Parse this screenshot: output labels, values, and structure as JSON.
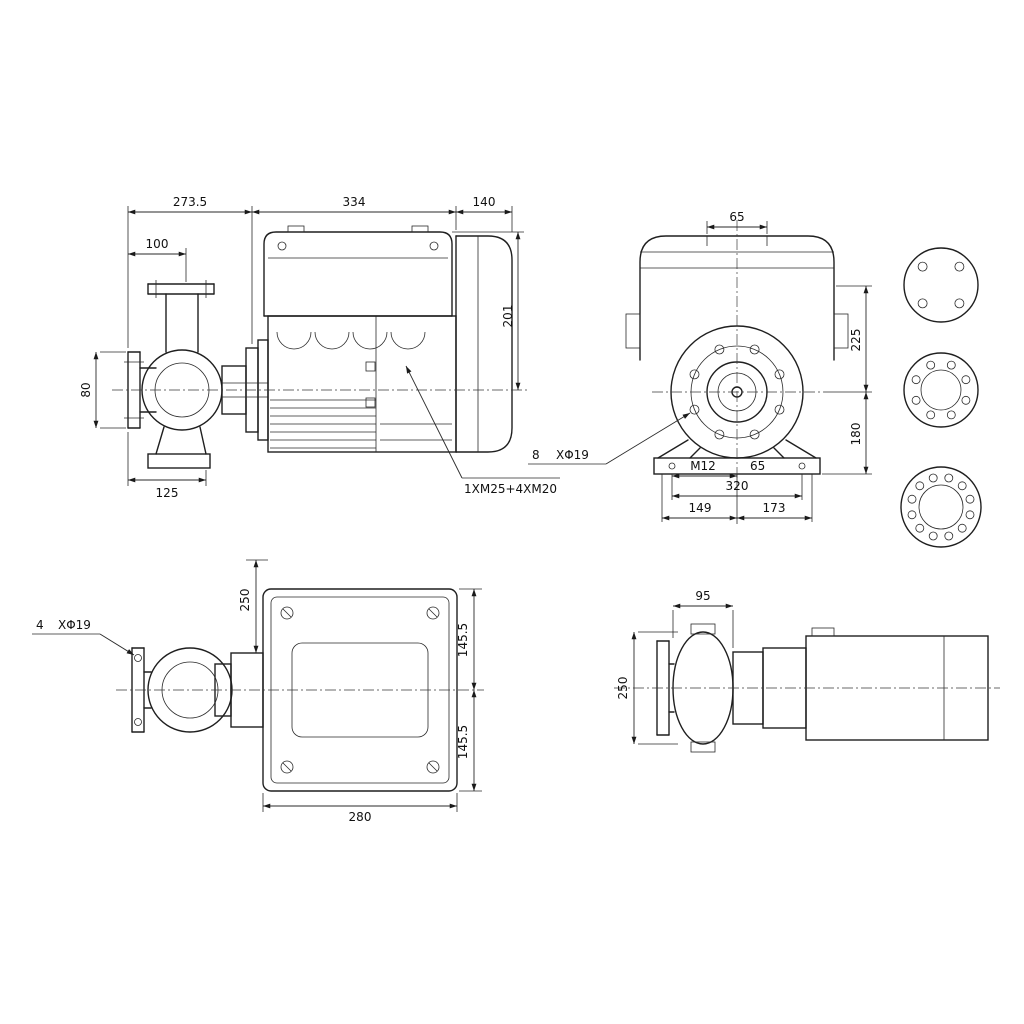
{
  "drawing": {
    "side_view": {
      "dim_273_5": "273.5",
      "dim_334": "334",
      "dim_140": "140",
      "dim_100": "100",
      "dim_201": "201",
      "dim_80": "80",
      "dim_125": "125",
      "cable_entry_label": "1XM25+4XM20"
    },
    "front_view": {
      "dim_top_65": "65",
      "dim_225": "225",
      "dim_180": "180",
      "label_m12": "M12",
      "dim_base_65": "65",
      "dim_320": "320",
      "dim_149": "149",
      "dim_173": "173",
      "bolt_count": "8",
      "bolt_size": "XΦ19"
    },
    "top_view": {
      "dim_250": "250",
      "dim_145_5_upper": "145.5",
      "dim_145_5_lower": "145.5",
      "dim_280": "280",
      "flange_bolt_count": "4",
      "flange_bolt_size": "XΦ19"
    },
    "end_view": {
      "dim_95": "95",
      "dim_250": "250"
    }
  }
}
